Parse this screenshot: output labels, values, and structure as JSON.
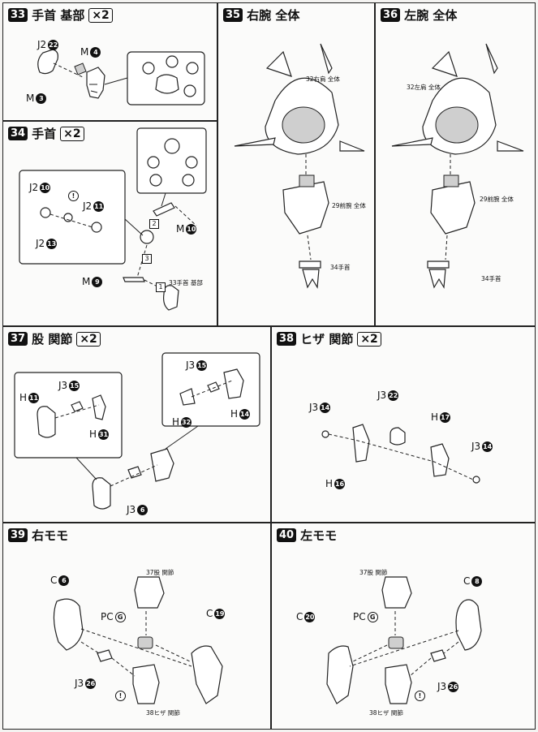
{
  "panels": [
    {
      "num": "33",
      "title": "手首 基部",
      "qty": "×2"
    },
    {
      "num": "34",
      "title": "手首",
      "qty": "×2"
    },
    {
      "num": "35",
      "title": "右腕 全体",
      "qty": ""
    },
    {
      "num": "36",
      "title": "左腕 全体",
      "qty": ""
    },
    {
      "num": "37",
      "title": "股 関節",
      "qty": "×2"
    },
    {
      "num": "38",
      "title": "ヒザ 関節",
      "qty": "×2"
    },
    {
      "num": "39",
      "title": "右モモ",
      "qty": ""
    },
    {
      "num": "40",
      "title": "左モモ",
      "qty": ""
    }
  ],
  "p33": {
    "j2": "J2",
    "j2n": "22",
    "m1": "M",
    "m1n": "4",
    "m2": "M",
    "m2n": "3"
  },
  "p34": {
    "j2a": "J2",
    "j2an": "10",
    "j2b": "J2",
    "j2bn": "11",
    "j2c": "J2",
    "j2cn": "13",
    "m1": "M",
    "m1n": "10",
    "m2": "M",
    "m2n": "9",
    "ref": "33手首 基部",
    "s1": "1",
    "s2": "2",
    "s3": "3",
    "warn": "!"
  },
  "p35": {
    "ref1": "32右肩 全体",
    "ref2": "29前腕 全体",
    "ref3": "34手首"
  },
  "p36": {
    "ref1": "32左肩 全体",
    "ref2": "29前腕 全体",
    "ref3": "34手首"
  },
  "p37": {
    "j3a": "J3",
    "j3an": "15",
    "h1": "H",
    "h1n": "11",
    "h2": "H",
    "h2n": "31",
    "j3b": "J3",
    "j3bn": "15",
    "h3": "H",
    "h3n": "32",
    "h4": "H",
    "h4n": "14",
    "j3c": "J3",
    "j3cn": "6"
  },
  "p38": {
    "j3a": "J3",
    "j3an": "14",
    "j3b": "J3",
    "j3bn": "22",
    "h1": "H",
    "h1n": "17",
    "j3c": "J3",
    "j3cn": "14",
    "h2": "H",
    "h2n": "16"
  },
  "p39": {
    "c1": "C",
    "c1n": "6",
    "ref1": "37股 関節",
    "pc": "PC",
    "pcn": "G",
    "c2": "C",
    "c2n": "19",
    "j3": "J3",
    "j3n": "26",
    "ref2": "38ヒザ 関節",
    "warn": "!"
  },
  "p40": {
    "ref1": "37股 関節",
    "c1": "C",
    "c1n": "8",
    "pc": "PC",
    "pcn": "G",
    "c2": "C",
    "c2n": "20",
    "j3": "J3",
    "j3n": "26",
    "ref2": "38ヒザ 関節",
    "warn": "!"
  }
}
